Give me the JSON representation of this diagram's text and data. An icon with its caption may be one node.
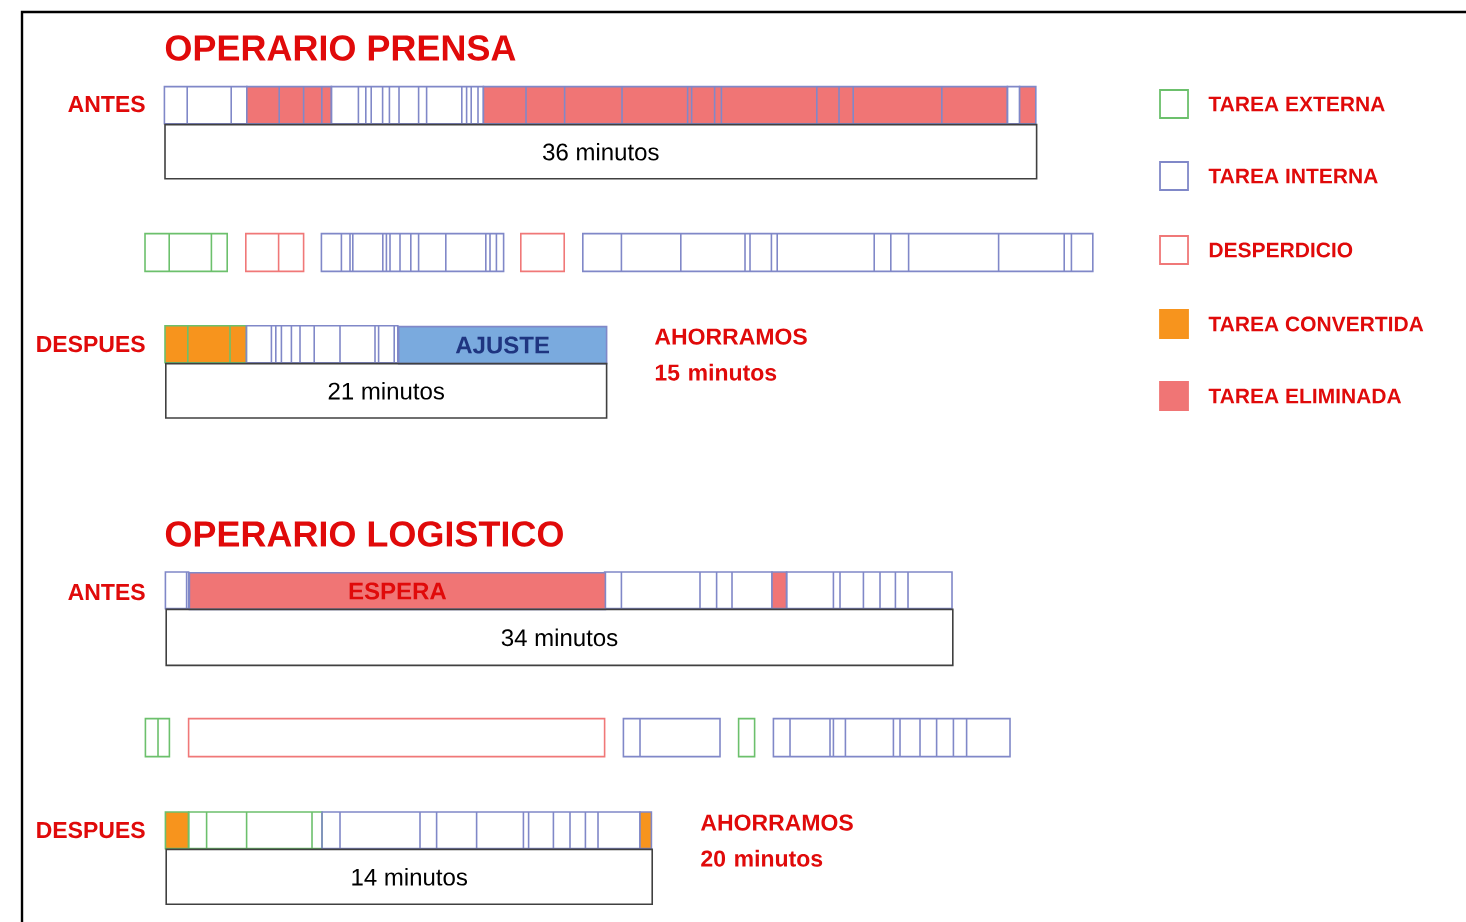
{
  "diagram": {
    "nodes": [
      {
        "text": [
          "36 minutos"
        ]
      },
      {
        "text": [
          "AJUSTE"
        ]
      },
      {
        "text": [
          "21 minutos"
        ]
      },
      {
        "text": [
          "ESPERA"
        ]
      },
      {
        "text": [
          "34 minutos"
        ]
      },
      {
        "text": [
          "14 minutos"
        ]
      }
    ],
    "labels": [
      "OPERARIO PRENSA",
      "ANTES",
      "DESPUES",
      "AHORRAMOS 15 minutos",
      "OPERARIO LOGISTICO",
      "ANTES",
      "DESPUES",
      "AHORRAMOS 20 minutos"
    ],
    "legend": [
      {
        "text": "TAREA EXTERNA",
        "color": "#6cc06c"
      },
      {
        "text": "TAREA INTERNA",
        "color": "#8088c8"
      },
      {
        "text": "DESPERDICIO",
        "color": "#f07878"
      },
      {
        "text": "TAREA CONVERTIDA",
        "color": "#f7941d"
      },
      {
        "text": "TAREA ELIMINADA",
        "color": "#f07575"
      }
    ]
  }
}
